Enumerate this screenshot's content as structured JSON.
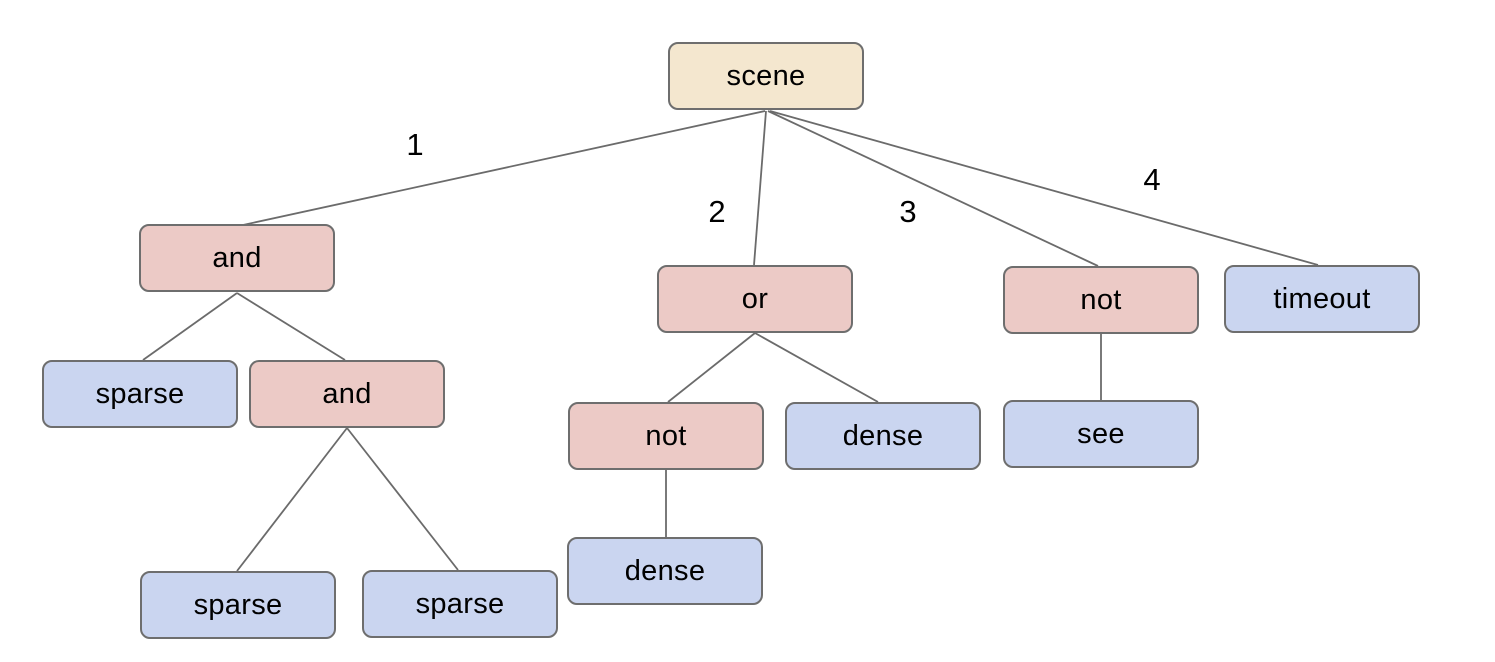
{
  "diagram": {
    "background": "#ffffff",
    "colors": {
      "background": "#ffffff",
      "root_fill": "#f4e7cf",
      "operator_fill": "#eccac6",
      "leaf_fill": "#cad5f0",
      "node_border": "#6e6e6e",
      "edge_line": "#6b6b6b",
      "text": "#000000"
    },
    "nodes": [
      {
        "id": "scene",
        "label": "scene",
        "kind": "root"
      },
      {
        "id": "and-1",
        "label": "and",
        "kind": "operator"
      },
      {
        "id": "or-1",
        "label": "or",
        "kind": "operator"
      },
      {
        "id": "not-child3",
        "label": "not",
        "kind": "operator"
      },
      {
        "id": "timeout-1",
        "label": "timeout",
        "kind": "leaf"
      },
      {
        "id": "sparse-1",
        "label": "sparse",
        "kind": "leaf"
      },
      {
        "id": "and-2",
        "label": "and",
        "kind": "operator"
      },
      {
        "id": "not-under-or",
        "label": "not",
        "kind": "operator"
      },
      {
        "id": "dense-1",
        "label": "dense",
        "kind": "leaf"
      },
      {
        "id": "see-1",
        "label": "see",
        "kind": "leaf"
      },
      {
        "id": "dense-2",
        "label": "dense",
        "kind": "leaf"
      },
      {
        "id": "sparse-2",
        "label": "sparse",
        "kind": "leaf"
      },
      {
        "id": "sparse-3",
        "label": "sparse",
        "kind": "leaf"
      }
    ],
    "edge_labels": [
      {
        "label": "1"
      },
      {
        "label": "2"
      },
      {
        "label": "3"
      },
      {
        "label": "4"
      }
    ]
  }
}
